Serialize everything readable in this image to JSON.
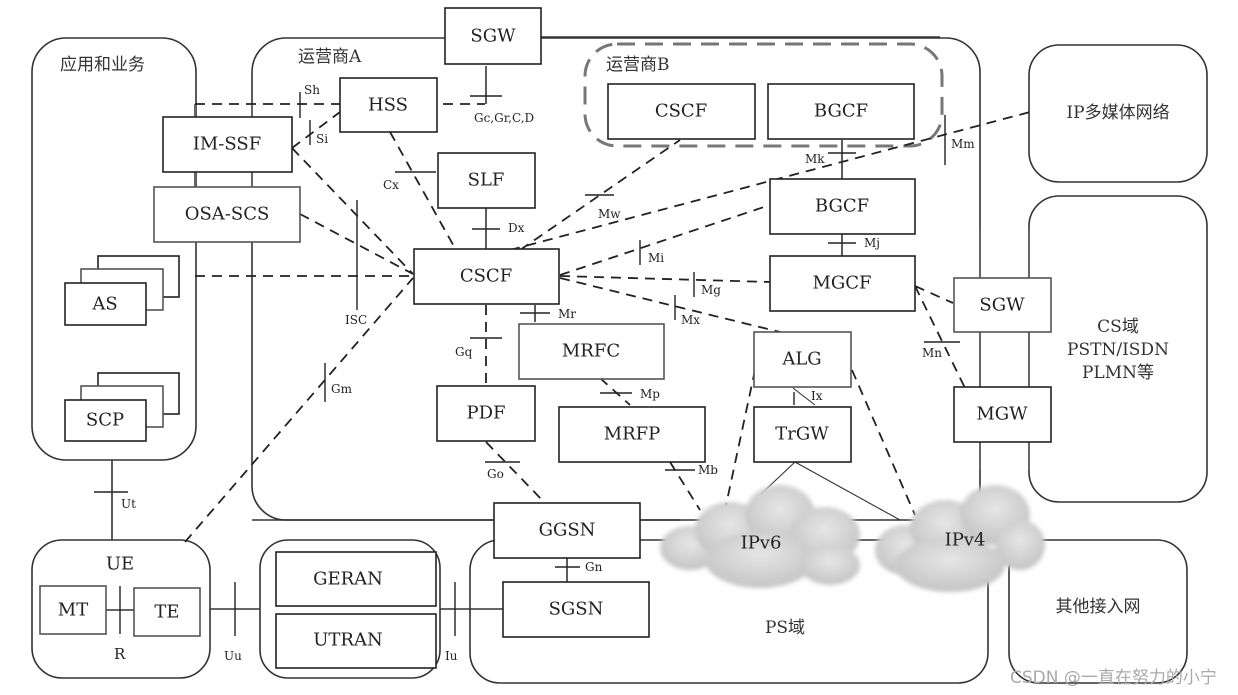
{
  "regions": {
    "apps": "应用和业务",
    "operator_a": "运营商A",
    "operator_b": "运营商B",
    "ip_multimedia": "IP多媒体网络",
    "cs_domain": [
      "CS域",
      "PSTN/ISDN",
      "PLMN等"
    ],
    "ps_domain": "PS域",
    "other_access": "其他接入网",
    "ue": "UE"
  },
  "nodes": {
    "sgw_top": "SGW",
    "hss": "HSS",
    "im_ssf": "IM-SSF",
    "osa_scs": "OSA-SCS",
    "as": "AS",
    "scp": "SCP",
    "slf": "SLF",
    "cscf": "CSCF",
    "cscf_b": "CSCF",
    "bgcf_b": "BGCF",
    "bgcf": "BGCF",
    "mgcf": "MGCF",
    "sgw_cs": "SGW",
    "mgw": "MGW",
    "mrfc": "MRFC",
    "mrfp": "MRFP",
    "pdf": "PDF",
    "alg": "ALG",
    "trgw": "TrGW",
    "ggsn": "GGSN",
    "sgsn": "SGSN",
    "geran": "GERAN",
    "utran": "UTRAN",
    "mt": "MT",
    "te": "TE",
    "ipv6": "IPv6",
    "ipv4": "IPv4"
  },
  "interfaces": {
    "sh": "Sh",
    "si": "Si",
    "gc": "Gc,Gr,C,D",
    "cx": "Cx",
    "dx": "Dx",
    "mw": "Mw",
    "mk": "Mk",
    "mm": "Mm",
    "mi": "Mi",
    "mj": "Mj",
    "mg": "Mg",
    "mx": "Mx",
    "mr": "Mr",
    "mp": "Mp",
    "mb": "Mb",
    "mn": "Mn",
    "ix": "Ix",
    "isc": "ISC",
    "gm": "Gm",
    "gq": "Gq",
    "go": "Go",
    "gn": "Gn",
    "ut": "Ut",
    "uu": "Uu",
    "iu": "Iu",
    "r": "R"
  },
  "watermark": "CSDN @一直在努力的小宁"
}
